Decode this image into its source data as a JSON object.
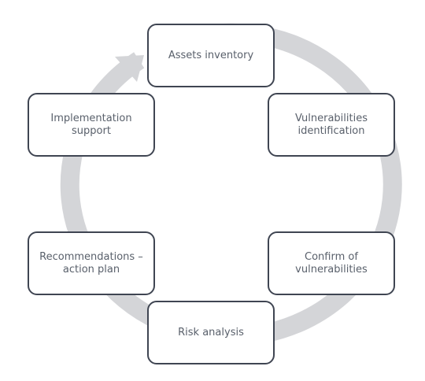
{
  "diagram": {
    "steps": [
      {
        "label": "Assets inventory"
      },
      {
        "label": "Vulnerabilities\nidentification"
      },
      {
        "label": "Confirm of\nvulnerabilities"
      },
      {
        "label": "Risk analysis"
      },
      {
        "label": "Recommendations –\naction plan"
      },
      {
        "label": "Implementation\nsupport"
      }
    ],
    "colors": {
      "ring": "#d4d5d8",
      "border": "#3f4552",
      "text": "#59606b"
    }
  }
}
